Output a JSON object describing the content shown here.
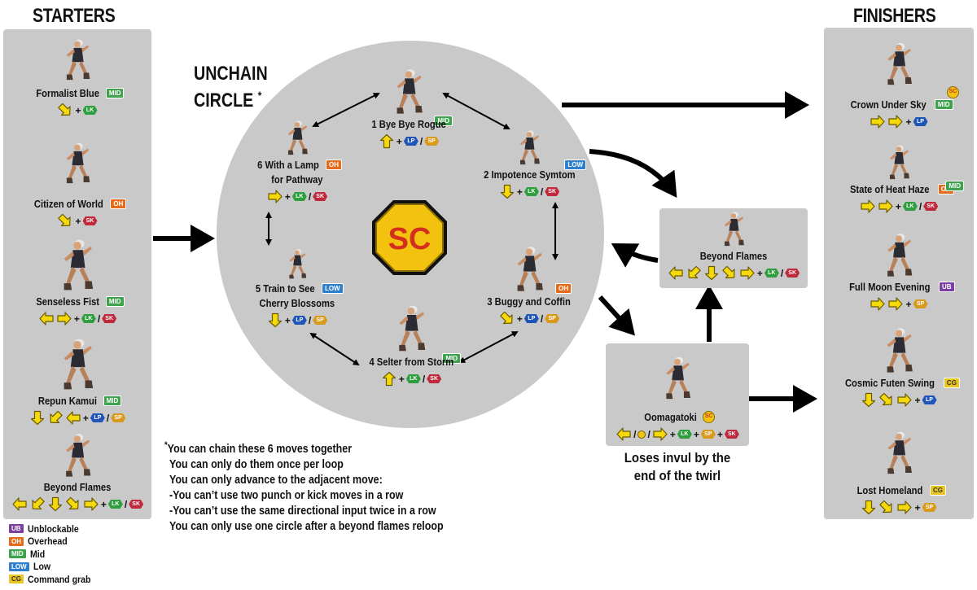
{
  "starters_title": "STARTERS",
  "finishers_title": "FINISHERS",
  "circle_title_line1": "UNCHAIN",
  "circle_title_line2": "CIRCLE",
  "circle_title_mark": "*",
  "sc_label": "SC",
  "tags": {
    "mid": "MID",
    "oh": "OH",
    "low": "LOW",
    "ub": "UB",
    "cg": "CG",
    "sc": "SC"
  },
  "buttons": {
    "lp": "LP",
    "lk": "LK",
    "sk": "SK",
    "sp": "SP"
  },
  "starters": [
    {
      "name": "Formalist Blue",
      "tag": "MID"
    },
    {
      "name": "Citizen of World",
      "tag": "OH"
    },
    {
      "name": "Senseless Fist",
      "tag": "MID"
    },
    {
      "name": "Repun Kamui",
      "tag": "MID"
    },
    {
      "name": "Beyond Flames",
      "tag": ""
    }
  ],
  "circle_moves": [
    {
      "name": "1 Bye Bye Rogue",
      "tag": "MID"
    },
    {
      "name": "2 Impotence Symtom",
      "tag": "LOW"
    },
    {
      "name": "3 Buggy and Coffin",
      "tag": "OH"
    },
    {
      "name": "4 Selter from Storm",
      "tag": "MID"
    },
    {
      "name": "5 Train to See",
      "name2": "Cherry Blossoms",
      "tag": "LOW"
    },
    {
      "name": "6 With a Lamp",
      "name2": "for Pathway",
      "tag": "OH"
    }
  ],
  "beyond_flames_box": {
    "name": "Beyond Flames"
  },
  "oomagatoki_box": {
    "name": "Oomagatoki",
    "tag": "SC"
  },
  "invul_note_line1": "Loses invul by the",
  "invul_note_line2": "end of the twirl",
  "finishers": [
    {
      "name": "Crown Under Sky",
      "tag": "MID",
      "tag2": "SC"
    },
    {
      "name": "State of Heat Haze",
      "tag": "MID",
      "tag2": "OH"
    },
    {
      "name": "Full Moon Evening",
      "tag": "UB"
    },
    {
      "name": "Cosmic Futen Swing",
      "tag": "CG"
    },
    {
      "name": "Lost Homeland",
      "tag": "CG"
    }
  ],
  "notes": [
    "You can chain these 6 moves together",
    "You can only do them once per loop",
    "You can only advance to the adjacent move:",
    "-You can’t use two punch or kick moves in a row",
    "-You can’t use the same directional input twice in a row",
    "You can only use one circle after a beyond flames reloop"
  ],
  "notes_mark": "*",
  "legend": [
    {
      "tag": "UB",
      "label": "Unblockable"
    },
    {
      "tag": "OH",
      "label": "Overhead"
    },
    {
      "tag": "MID",
      "label": "Mid"
    },
    {
      "tag": "LOW",
      "label": "Low"
    },
    {
      "tag": "CG",
      "label": "Command grab"
    }
  ],
  "colors": {
    "panel": "#c9c9c9",
    "arrow_key": "#f5d90a",
    "mid": "#3fa34d",
    "overhead": "#e56a1a",
    "low": "#2f7fcf",
    "unblockable": "#7a3fa0",
    "command_grab": "#e8c520",
    "sc_badge": "#f1c40f"
  }
}
